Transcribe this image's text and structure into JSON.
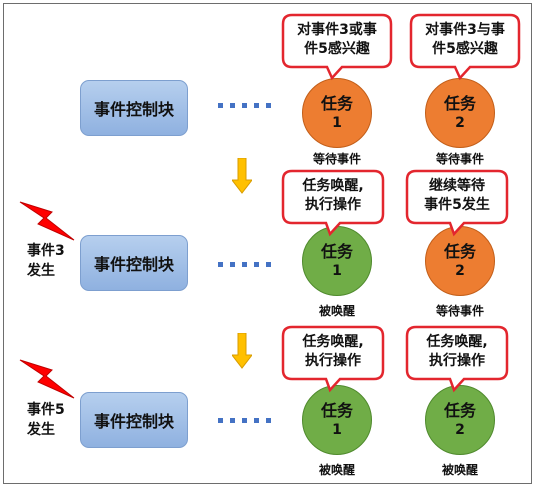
{
  "ecb_label": "事件控制块",
  "rows": [
    {
      "event": null,
      "tasks": [
        {
          "name": "任务",
          "num": "1",
          "state": "等待事件",
          "bubble": [
            "对事件3或事",
            "件5感兴趣"
          ]
        },
        {
          "name": "任务",
          "num": "2",
          "state": "等待事件",
          "bubble": [
            "对事件3与事",
            "件5感兴趣"
          ]
        }
      ]
    },
    {
      "event": [
        "事件3",
        "发生"
      ],
      "tasks": [
        {
          "name": "任务",
          "num": "1",
          "state": "被唤醒",
          "bubble": [
            "任务唤醒,",
            "执行操作"
          ]
        },
        {
          "name": "任务",
          "num": "2",
          "state": "等待事件",
          "bubble": [
            "继续等待",
            "事件5发生"
          ]
        }
      ]
    },
    {
      "event": [
        "事件5",
        "发生"
      ],
      "tasks": [
        {
          "name": "任务",
          "num": "1",
          "state": "被唤醒",
          "bubble": [
            "任务唤醒,",
            "执行操作"
          ]
        },
        {
          "name": "任务",
          "num": "2",
          "state": "被唤醒",
          "bubble": [
            "任务唤醒,",
            "执行操作"
          ]
        }
      ]
    }
  ],
  "colors": {
    "waiting": "#ed7d31",
    "awake": "#70ad47",
    "block": "#a5c2ea",
    "dots": "#4472c4",
    "bubble_border": "#e3262e",
    "arrow": "#ffc000",
    "bolt": "#ff0000"
  }
}
